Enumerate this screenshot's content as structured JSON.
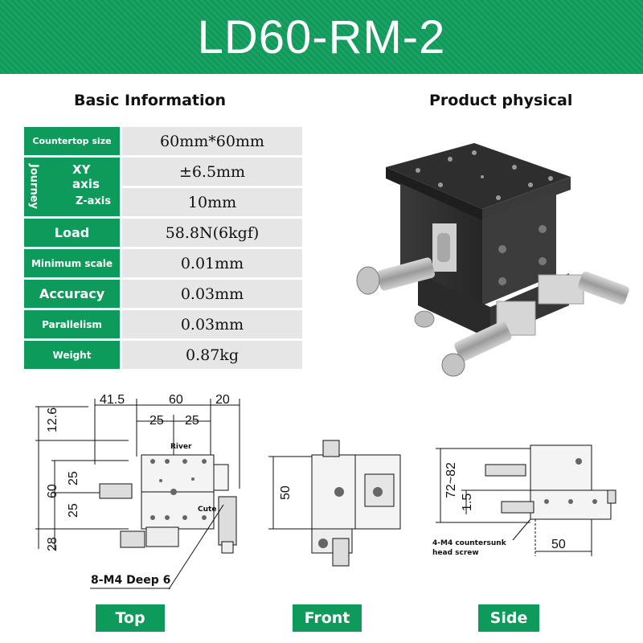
{
  "title": "LD60-RM-2",
  "headings": {
    "basic": "Basic Information",
    "product": "Product physical"
  },
  "specs": {
    "countertop": {
      "label": "Countertop size",
      "value": "60mm*60mm"
    },
    "journey": {
      "label": "Journey",
      "xy_label": "XY axis",
      "xy_value": "±6.5mm",
      "z_label": "Z-axis",
      "z_value": "10mm"
    },
    "load": {
      "label": "Load",
      "value": "58.8N(6kgf)"
    },
    "min_scale": {
      "label": "Minimum scale",
      "value": "0.01mm"
    },
    "accuracy": {
      "label": "Accuracy",
      "value": "0.03mm"
    },
    "parallelism": {
      "label": "Parallelism",
      "value": "0.03mm"
    },
    "weight": {
      "label": "Weight",
      "value": "0.87kg"
    }
  },
  "drawing": {
    "top": {
      "d1": "41.5",
      "d2": "60",
      "d3": "20",
      "d4": "25",
      "d5": "25",
      "d6": "12.6",
      "d7": "25",
      "d8": "60",
      "d9": "25",
      "d10": "28",
      "river": "River",
      "cute": "Cute",
      "callout": "8-M4 Deep 6"
    },
    "front": {
      "d1": "50"
    },
    "side": {
      "d1": "72~82",
      "d2": "1.5",
      "d3": "50",
      "note1": "4-M4 countersunk",
      "note2": "head screw"
    }
  },
  "views": {
    "top": "Top",
    "front": "Front",
    "side": "Side"
  },
  "colors": {
    "brand_green": "#0e9a5a",
    "cell_gray": "#e6e6e6"
  }
}
